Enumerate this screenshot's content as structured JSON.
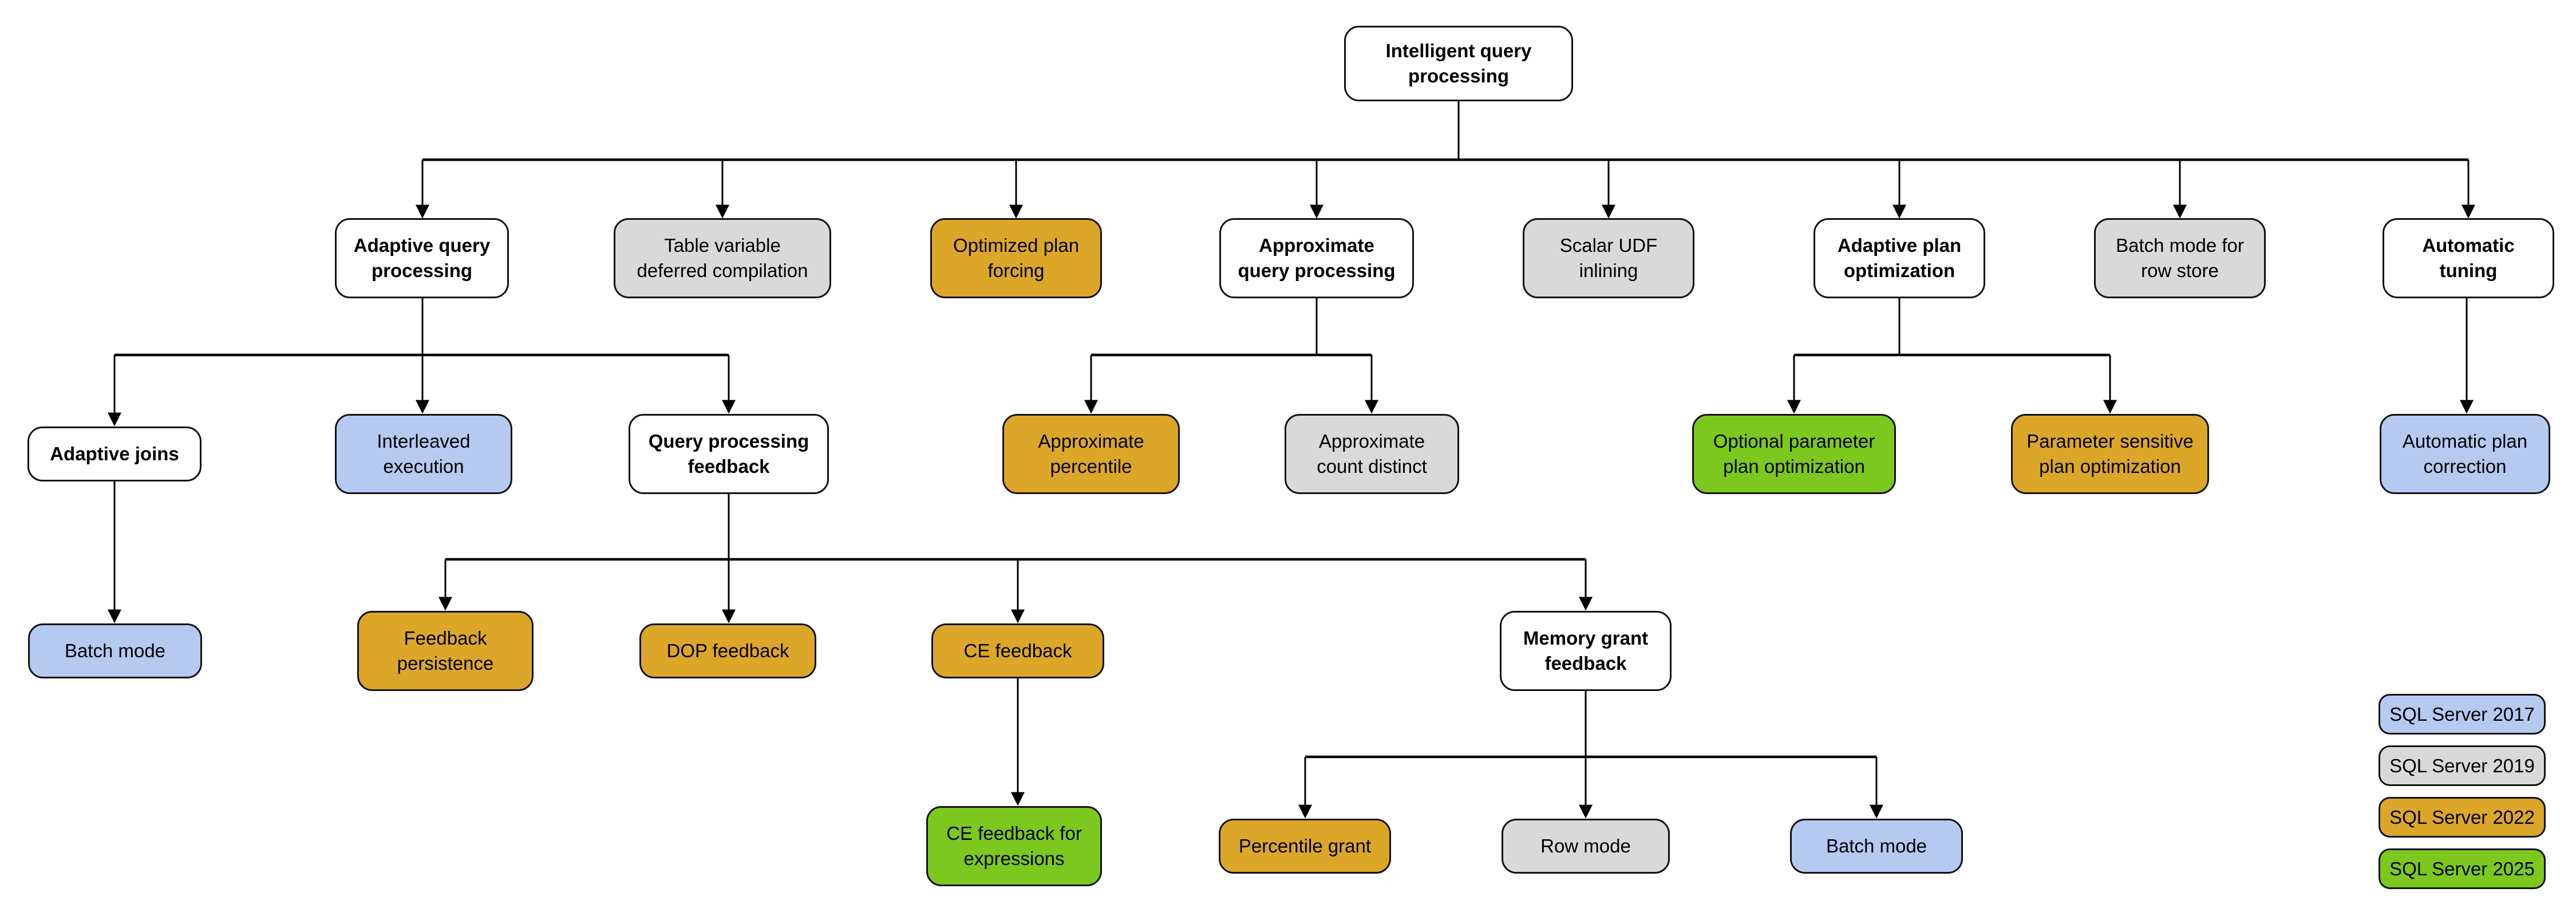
{
  "nodes": {
    "intelligent_query_processing": {
      "label": "Intelligent query\nprocessing",
      "version": "uncolored"
    },
    "adaptive_query_processing": {
      "label": "Adaptive query\nprocessing",
      "version": "uncolored"
    },
    "table_variable_deferred_compilation": {
      "label": "Table variable\ndeferred compilation",
      "version": "2019"
    },
    "optimized_plan_forcing": {
      "label": "Optimized plan\nforcing",
      "version": "2022"
    },
    "approximate_query_processing": {
      "label": "Approximate\nquery processing",
      "version": "uncolored"
    },
    "scalar_udf_inlining": {
      "label": "Scalar UDF\ninlining",
      "version": "2019"
    },
    "adaptive_plan_optimization": {
      "label": "Adaptive plan\noptimization",
      "version": "uncolored"
    },
    "batch_mode_for_row_store": {
      "label": "Batch mode for\nrow store",
      "version": "2019"
    },
    "automatic_tuning": {
      "label": "Automatic\ntuning",
      "version": "uncolored"
    },
    "adaptive_joins": {
      "label": "Adaptive joins",
      "version": "uncolored"
    },
    "interleaved_execution": {
      "label": "Interleaved\nexecution",
      "version": "2017"
    },
    "query_processing_feedback": {
      "label": "Query processing\nfeedback",
      "version": "uncolored"
    },
    "approximate_percentile": {
      "label": "Approximate\npercentile",
      "version": "2022"
    },
    "approximate_count_distinct": {
      "label": "Approximate\ncount distinct",
      "version": "2019"
    },
    "optional_parameter_plan_optimization": {
      "label": "Optional parameter\nplan optimization",
      "version": "2025"
    },
    "parameter_sensitive_plan_optimization": {
      "label": "Parameter sensitive\nplan optimization",
      "version": "2022"
    },
    "automatic_plan_correction": {
      "label": "Automatic plan\ncorrection",
      "version": "2017"
    },
    "batch_mode_adaptive_joins": {
      "label": "Batch mode",
      "version": "2017"
    },
    "feedback_persistence": {
      "label": "Feedback\npersistence",
      "version": "2022"
    },
    "dop_feedback": {
      "label": "DOP feedback",
      "version": "2022"
    },
    "ce_feedback": {
      "label": "CE feedback",
      "version": "2022"
    },
    "memory_grant_feedback": {
      "label": "Memory grant\nfeedback",
      "version": "uncolored"
    },
    "ce_feedback_for_expressions": {
      "label": "CE feedback for\nexpressions",
      "version": "2025"
    },
    "percentile_grant": {
      "label": "Percentile grant",
      "version": "2022"
    },
    "row_mode": {
      "label": "Row mode",
      "version": "2019"
    },
    "batch_mode_memory_grant": {
      "label": "Batch mode",
      "version": "2017"
    }
  },
  "edges": [
    [
      "intelligent_query_processing",
      "adaptive_query_processing"
    ],
    [
      "intelligent_query_processing",
      "table_variable_deferred_compilation"
    ],
    [
      "intelligent_query_processing",
      "optimized_plan_forcing"
    ],
    [
      "intelligent_query_processing",
      "approximate_query_processing"
    ],
    [
      "intelligent_query_processing",
      "scalar_udf_inlining"
    ],
    [
      "intelligent_query_processing",
      "adaptive_plan_optimization"
    ],
    [
      "intelligent_query_processing",
      "batch_mode_for_row_store"
    ],
    [
      "intelligent_query_processing",
      "automatic_tuning"
    ],
    [
      "adaptive_query_processing",
      "adaptive_joins"
    ],
    [
      "adaptive_query_processing",
      "interleaved_execution"
    ],
    [
      "adaptive_query_processing",
      "query_processing_feedback"
    ],
    [
      "approximate_query_processing",
      "approximate_percentile"
    ],
    [
      "approximate_query_processing",
      "approximate_count_distinct"
    ],
    [
      "adaptive_plan_optimization",
      "optional_parameter_plan_optimization"
    ],
    [
      "adaptive_plan_optimization",
      "parameter_sensitive_plan_optimization"
    ],
    [
      "automatic_tuning",
      "automatic_plan_correction"
    ],
    [
      "adaptive_joins",
      "batch_mode_adaptive_joins"
    ],
    [
      "query_processing_feedback",
      "feedback_persistence"
    ],
    [
      "query_processing_feedback",
      "dop_feedback"
    ],
    [
      "query_processing_feedback",
      "ce_feedback"
    ],
    [
      "query_processing_feedback",
      "memory_grant_feedback"
    ],
    [
      "ce_feedback",
      "ce_feedback_for_expressions"
    ],
    [
      "memory_grant_feedback",
      "percentile_grant"
    ],
    [
      "memory_grant_feedback",
      "row_mode"
    ],
    [
      "memory_grant_feedback",
      "batch_mode_memory_grant"
    ]
  ],
  "legend": {
    "items": [
      {
        "label": "SQL Server 2017",
        "color": "#B5C9F1"
      },
      {
        "label": "SQL Server 2019",
        "color": "#D9D9D9"
      },
      {
        "label": "SQL Server 2022",
        "color": "#DCA628"
      },
      {
        "label": "SQL Server 2025",
        "color": "#7CC81E"
      }
    ]
  },
  "colors": {
    "uncolored": "#FFFFFF",
    "sql_server_2017": "#B5C9F1",
    "sql_server_2019": "#D9D9D9",
    "sql_server_2022": "#DCA628",
    "sql_server_2025": "#7CC81E",
    "line": "#000000",
    "border": "#111111"
  }
}
